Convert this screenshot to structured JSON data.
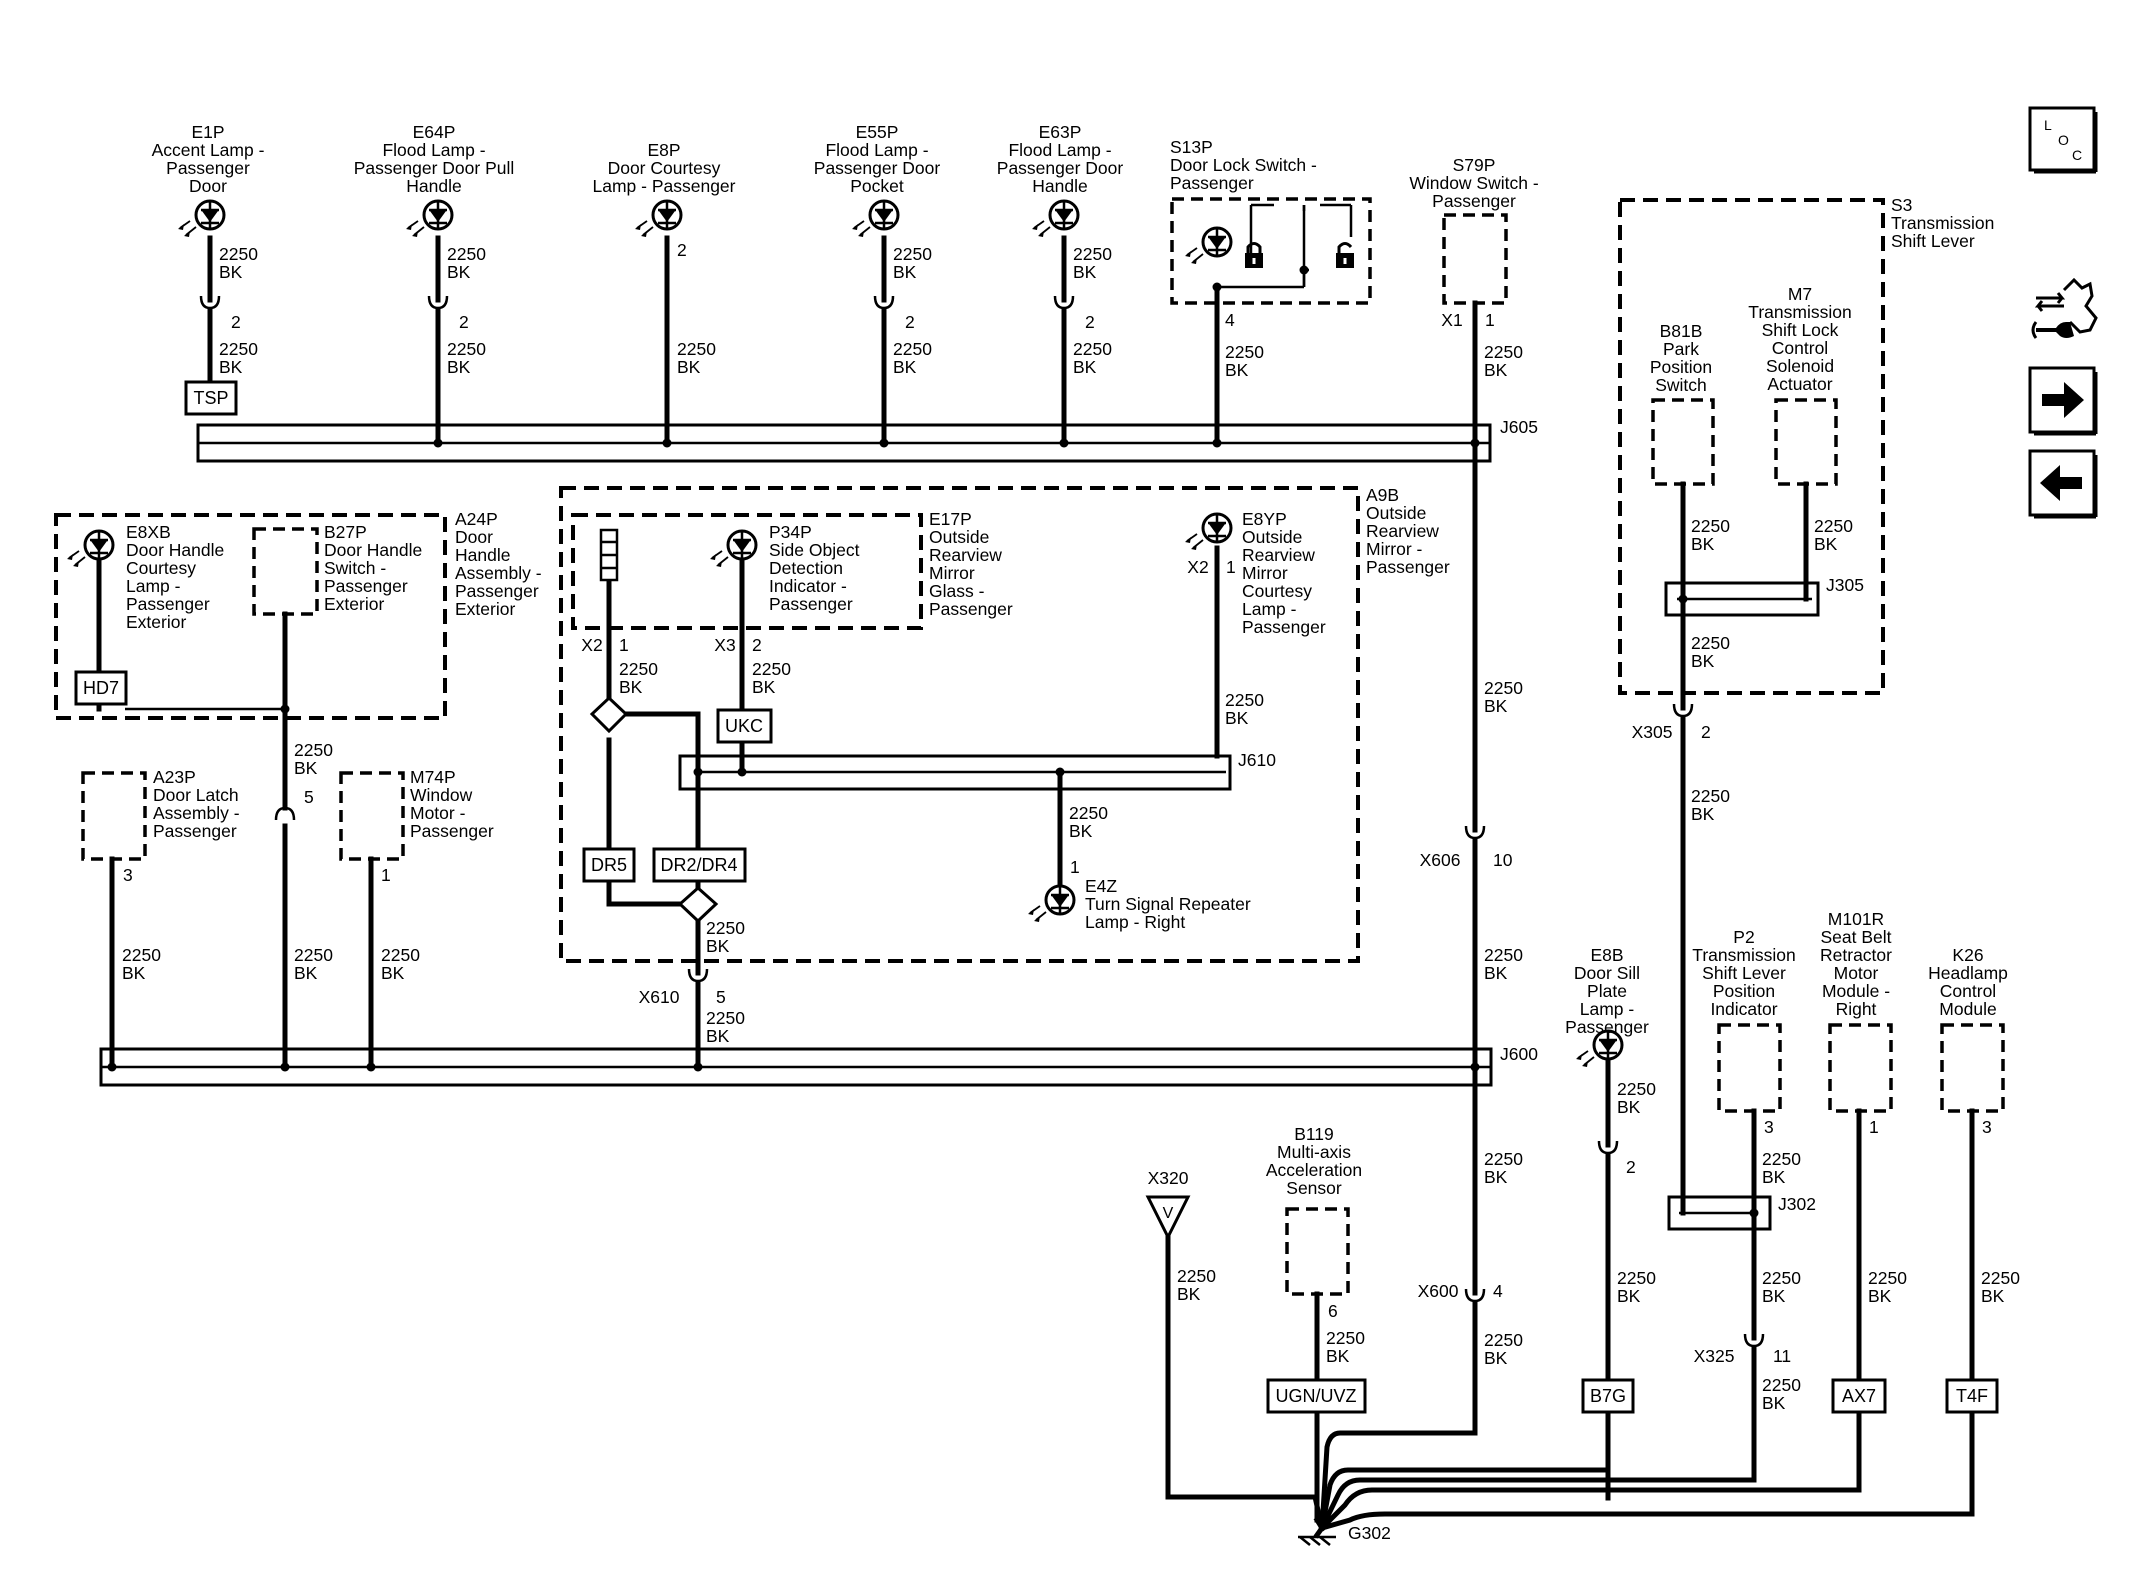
{
  "wire": {
    "gauge": "2250",
    "color": "BK"
  },
  "components": {
    "e1p": [
      "E1P",
      "Accent Lamp -",
      "Passenger",
      "Door"
    ],
    "e64p": [
      "E64P",
      "Flood Lamp -",
      "Passenger Door Pull",
      "Handle"
    ],
    "e8p": [
      "E8P",
      "Door Courtesy",
      "Lamp - Passenger"
    ],
    "e55p": [
      "E55P",
      "Flood Lamp -",
      "Passenger Door",
      "Pocket"
    ],
    "e63p": [
      "E63P",
      "Flood Lamp -",
      "Passenger Door",
      "Handle"
    ],
    "s13p": [
      "S13P",
      "Door Lock Switch -",
      "Passenger"
    ],
    "s79p": [
      "S79P",
      "Window Switch -",
      "Passenger"
    ],
    "s3": [
      "S3",
      "Transmission",
      "Shift Lever"
    ],
    "b81b": [
      "B81B",
      "Park",
      "Position",
      "Switch"
    ],
    "m7": [
      "M7",
      "Transmission",
      "Shift Lock",
      "Control",
      "Solenoid",
      "Actuator"
    ],
    "e8xb": [
      "E8XB",
      "Door Handle",
      "Courtesy",
      "Lamp -",
      "Passenger",
      "Exterior"
    ],
    "b27p": [
      "B27P",
      "Door Handle",
      "Switch -",
      "Passenger",
      "Exterior"
    ],
    "a24p": [
      "A24P",
      "Door",
      "Handle",
      "Assembly -",
      "Passenger",
      "Exterior"
    ],
    "p34p": [
      "P34P",
      "Side Object",
      "Detection",
      "Indicator -",
      "Passenger"
    ],
    "e17p": [
      "E17P",
      "Outside",
      "Rearview",
      "Mirror",
      "Glass -",
      "Passenger"
    ],
    "e8yp": [
      "E8YP",
      "Outside",
      "Rearview",
      "Mirror",
      "Courtesy",
      "Lamp -",
      "Passenger"
    ],
    "a9b": [
      "A9B",
      "Outside",
      "Rearview",
      "Mirror -",
      "Passenger"
    ],
    "a23p": [
      "A23P",
      "Door Latch",
      "Assembly -",
      "Passenger"
    ],
    "m74p": [
      "M74P",
      "Window",
      "Motor -",
      "Passenger"
    ],
    "e4z": [
      "E4Z",
      "Turn Signal Repeater",
      "Lamp - Right"
    ],
    "e8b": [
      "E8B",
      "Door Sill",
      "Plate",
      "Lamp -",
      "Passenger"
    ],
    "p2": [
      "P2",
      "Transmission",
      "Shift Lever",
      "Position",
      "Indicator"
    ],
    "m101r": [
      "M101R",
      "Seat Belt",
      "Retractor",
      "Motor",
      "Module -",
      "Right"
    ],
    "k26": [
      "K26",
      "Headlamp",
      "Control",
      "Module"
    ],
    "b119": [
      "B119",
      "Multi-axis",
      "Acceleration",
      "Sensor"
    ]
  },
  "splices": {
    "j605": "J605",
    "j305": "J305",
    "j610": "J610",
    "j600": "J600",
    "j302": "J302"
  },
  "connectors": {
    "x1": "X1",
    "x2a": "X2",
    "x2b": "X2",
    "x3": "X3",
    "x305": "X305",
    "x606": "X606",
    "x610": "X610",
    "x320": "X320",
    "x600": "X600",
    "x325": "X325"
  },
  "pins": {
    "e1p": "2",
    "e64p": "2",
    "e8p": "2",
    "e55p": "2",
    "e63p": "2",
    "s13p": "4",
    "x1": "1",
    "x2a": "1",
    "x3": "2",
    "x2b": "1",
    "x305": "2",
    "a23p": "3",
    "b27p": "5",
    "m74p": "1",
    "x606": "10",
    "e4z": "1",
    "x610": "5",
    "e8b": "2",
    "p2": "3",
    "m101r": "1",
    "k26": "3",
    "b119": "6",
    "x600": "4",
    "x325": "11"
  },
  "boxes": {
    "tsp": "TSP",
    "hd7": "HD7",
    "ukc": "UKC",
    "dr5": "DR5",
    "dr2dr4": "DR2/DR4",
    "ugnuvz": "UGN/UVZ",
    "b7g": "B7G",
    "ax7": "AX7",
    "t4f": "T4F"
  },
  "ground": "G302",
  "x320_symbol": "V",
  "nav": {
    "loc": [
      "L",
      "O",
      "C"
    ]
  },
  "icons": {
    "loc": "location-icon",
    "connector": "connector-wrench-icon",
    "next": "arrow-right-icon",
    "prev": "arrow-left-icon"
  }
}
